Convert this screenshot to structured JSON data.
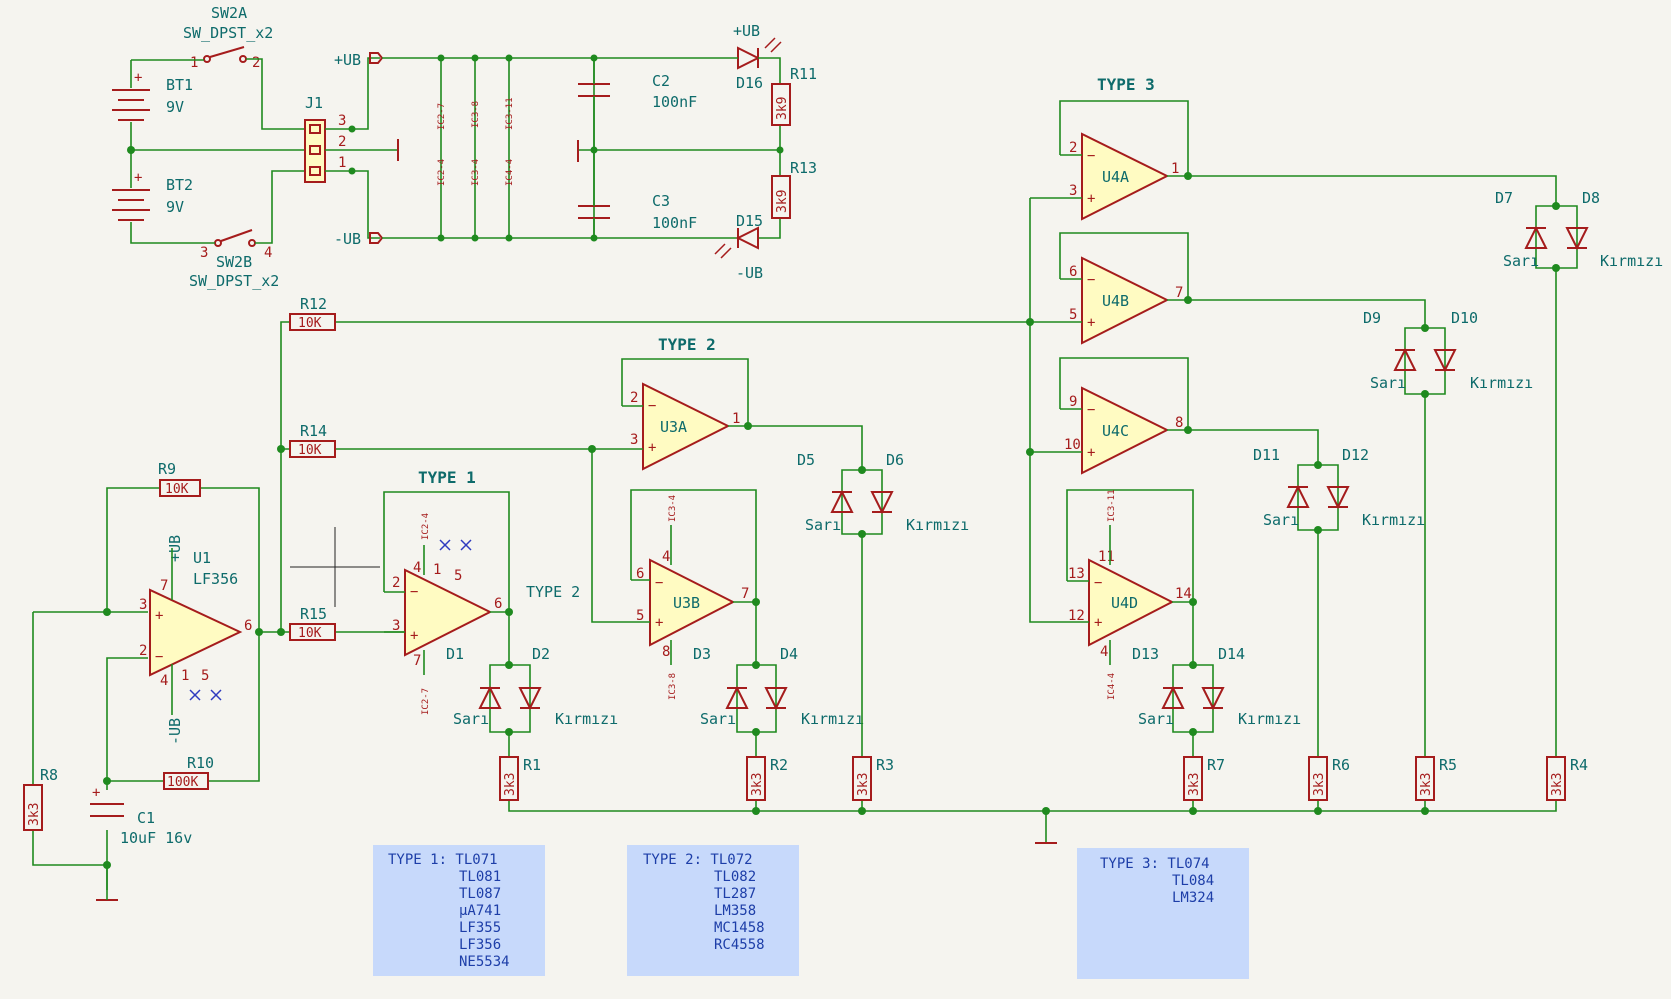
{
  "titles": {
    "type1": "TYPE 1",
    "type2": "TYPE 2",
    "type3": "TYPE 3",
    "type2_side": "TYPE 2"
  },
  "power": {
    "pos": "+UB",
    "neg": "-UB"
  },
  "sw2a": {
    "ref": "SW2A",
    "value": "SW_DPST_x2",
    "p1": "1",
    "p2": "2"
  },
  "sw2b": {
    "ref": "SW2B",
    "value": "SW_DPST_x2",
    "p3": "3",
    "p4": "4"
  },
  "bt1": {
    "ref": "BT1",
    "value": "9V"
  },
  "bt2": {
    "ref": "BT2",
    "value": "9V"
  },
  "j1": {
    "ref": "J1",
    "p1": "1",
    "p2": "2",
    "p3": "3"
  },
  "c2": {
    "ref": "C2",
    "value": "100nF"
  },
  "c3": {
    "ref": "C3",
    "value": "100nF"
  },
  "c1": {
    "ref": "C1",
    "value": "10uF 16v"
  },
  "d16": {
    "ref": "D16"
  },
  "d15": {
    "ref": "D15"
  },
  "r11": {
    "ref": "R11",
    "value": "3k9"
  },
  "r13": {
    "ref": "R13",
    "value": "3k9"
  },
  "ic_labels": [
    "IC2-7",
    "IC3-8",
    "IC3-11",
    "IC2-4",
    "IC3-4",
    "IC4-4"
  ],
  "r12": {
    "ref": "R12",
    "value": "10K"
  },
  "r14": {
    "ref": "R14",
    "value": "10K"
  },
  "r15": {
    "ref": "R15",
    "value": "10K"
  },
  "r9": {
    "ref": "R9",
    "value": "10K"
  },
  "r10": {
    "ref": "R10",
    "value": "100K"
  },
  "r8": {
    "ref": "R8",
    "value": "3k3"
  },
  "u1": {
    "ref": "U1",
    "value": "LF356"
  },
  "u2": {
    "ref": "",
    "value": ""
  },
  "u3a": {
    "ref": "U3A"
  },
  "u3b": {
    "ref": "U3B"
  },
  "u4a": {
    "ref": "U4A"
  },
  "u4b": {
    "ref": "U4B"
  },
  "u4c": {
    "ref": "U4C"
  },
  "u4d": {
    "ref": "U4D"
  },
  "led_labels": {
    "sari": "Sarı",
    "kirmizi": "Kırmızı"
  },
  "diodes": [
    "D1",
    "D2",
    "D3",
    "D4",
    "D5",
    "D6",
    "D7",
    "D8",
    "D9",
    "D10",
    "D11",
    "D12",
    "D13",
    "D14"
  ],
  "rleds": [
    {
      "ref": "R1",
      "value": "3k3"
    },
    {
      "ref": "R2",
      "value": "3k3"
    },
    {
      "ref": "R3",
      "value": "3k3"
    },
    {
      "ref": "R7",
      "value": "3k3"
    },
    {
      "ref": "R6",
      "value": "3k3"
    },
    {
      "ref": "R5",
      "value": "3k3"
    },
    {
      "ref": "R4",
      "value": "3k3"
    }
  ],
  "notes": {
    "type1": [
      "TYPE 1: TL071",
      "TL081",
      "TL087",
      "µA741",
      "LF355",
      "LF356",
      "NE5534"
    ],
    "type2": [
      "TYPE 2: TL072",
      "TL082",
      "TL287",
      "LM358",
      "MC1458",
      "RC4558"
    ],
    "type3": [
      "TYPE 3: TL074",
      "TL084",
      "LM324"
    ]
  },
  "colors": {
    "wire": "#1f8a1f",
    "component": "#a51c1c",
    "label": "#0e6b6b",
    "note_bg": "#c7d9fb",
    "background": "#f5f4ef"
  }
}
